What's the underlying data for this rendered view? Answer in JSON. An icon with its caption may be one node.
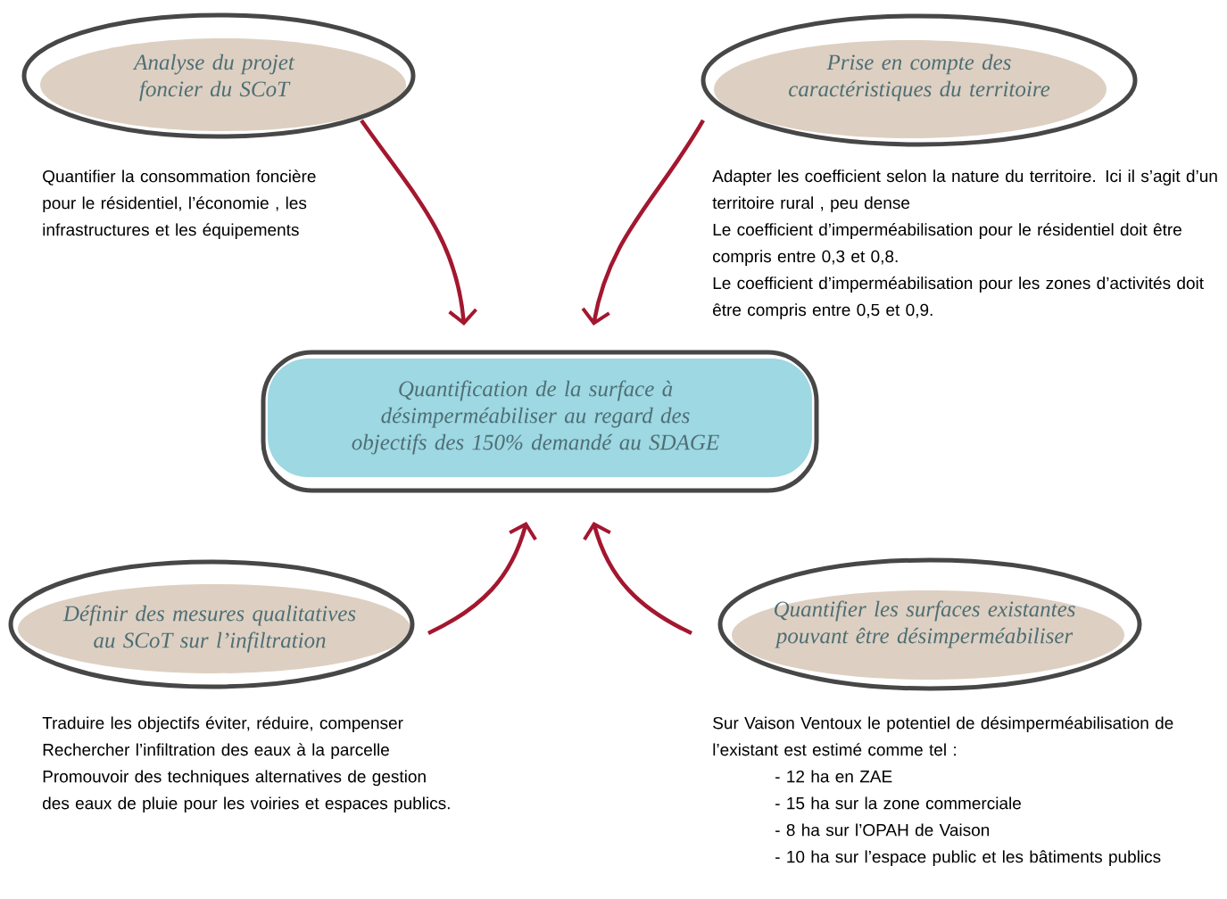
{
  "diagram": {
    "nodes": [
      {
        "text": [
          "Analyse du projet foncier du SCoT"
        ],
        "beside": [
          "Quantifier la consommation foncière pour le résidentiel, l’économie , les infrastructures et les équipements"
        ]
      },
      {
        "text": [
          "Prise en compte des caractéristiques du territoire"
        ],
        "beside": [
          "Adapter les coefficient selon la nature du territoire. Ici il s’agit d’un territoire rural , peu dense",
          "Le coefficient d’imperméabilisation pour le résidentiel doit être compris entre 0,3 et 0,8.",
          "Le coefficient d’imperméabilisation pour les zones d’activités doit être compris entre 0,5 et 0,9."
        ]
      },
      {
        "text": [
          "Quantification de la surface à désimperméabiliser au regard des objectifs des 150% demandé au SDAGE"
        ]
      },
      {
        "text": [
          "Définir des mesures qualitatives au SCoT sur l’infiltration"
        ],
        "beside": [
          "Traduire les objectifs éviter, réduire, compenser",
          "Rechercher l’infiltration des eaux à la parcelle",
          "Promouvoir des techniques alternatives de gestion des eaux de pluie pour les voiries et espaces publics."
        ]
      },
      {
        "text": [
          "Quantifier les surfaces existantes pouvant être désimperméabiliser"
        ],
        "beside": [
          "Sur Vaison Ventoux le potentiel de désimperméabilisation de l’existant est estimé comme tel :",
          "- 12 ha en ZAE",
          "- 15 ha sur la zone commerciale",
          "- 8 ha sur l’OPAH de Vaison",
          "- 10 ha sur l’espace public et les bâtiments publics"
        ]
      }
    ],
    "edges": [
      {
        "from": 0,
        "to": 2,
        "arrow": "to"
      },
      {
        "from": 1,
        "to": 2,
        "arrow": "to"
      },
      {
        "from": 3,
        "to": 2,
        "arrow": "to"
      },
      {
        "from": 4,
        "to": 2,
        "arrow": "to"
      }
    ]
  }
}
